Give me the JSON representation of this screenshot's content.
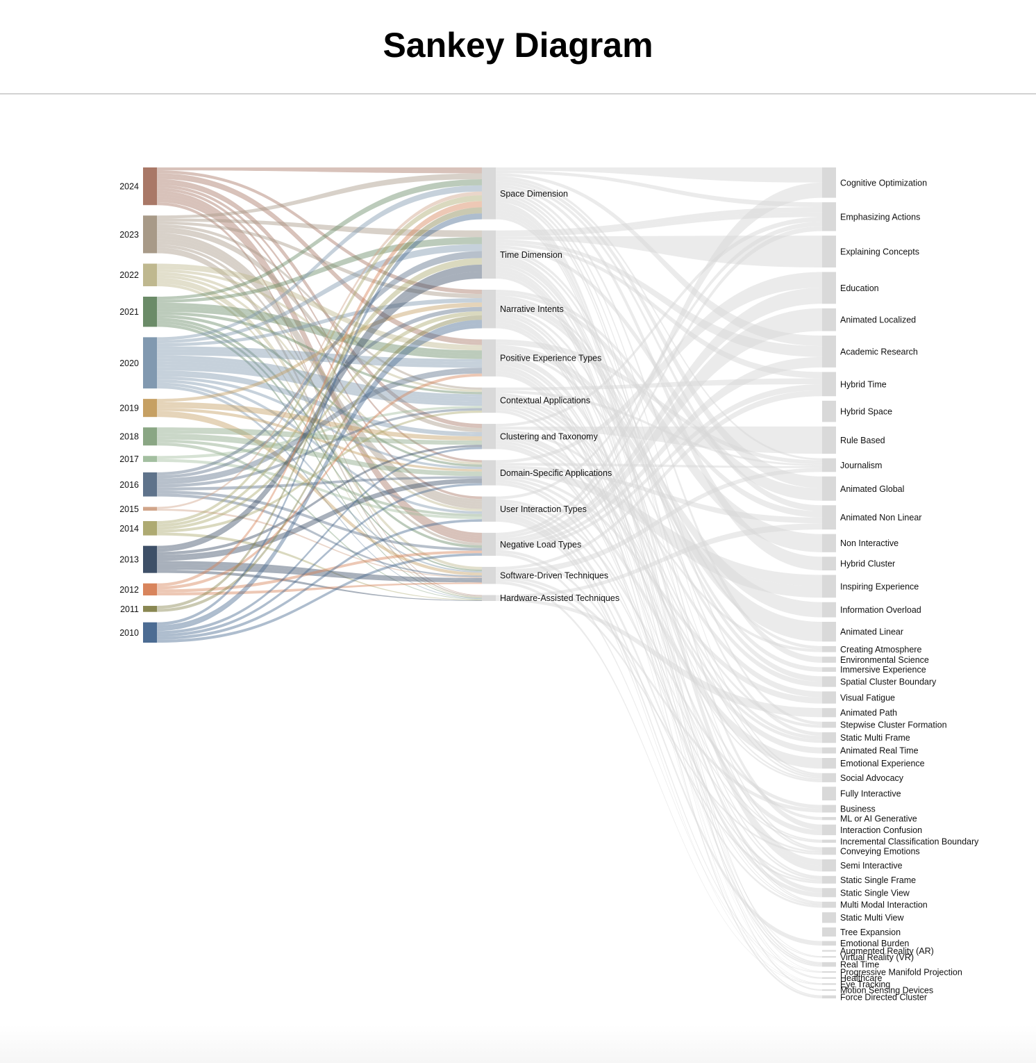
{
  "page": {
    "title": "Sankey Diagram"
  },
  "chart_data": {
    "type": "sankey",
    "title": "Sankey Diagram",
    "columns": [
      [
        {
          "name": "2024",
          "value": 50,
          "color": "#a97867"
        },
        {
          "name": "2023",
          "value": 50,
          "color": "#a89a88"
        },
        {
          "name": "2022",
          "value": 30,
          "color": "#bfb88f"
        },
        {
          "name": "2021",
          "value": 40,
          "color": "#6b8b68"
        },
        {
          "name": "2020",
          "value": 68,
          "color": "#8199b0"
        },
        {
          "name": "2019",
          "value": 24,
          "color": "#c6a063"
        },
        {
          "name": "2018",
          "value": 24,
          "color": "#8aa684"
        },
        {
          "name": "2017",
          "value": 8,
          "color": "#a3bfa0"
        },
        {
          "name": "2016",
          "value": 32,
          "color": "#5f738b"
        },
        {
          "name": "2015",
          "value": 5,
          "color": "#d1a58a"
        },
        {
          "name": "2014",
          "value": 19,
          "color": "#aeaa72"
        },
        {
          "name": "2013",
          "value": 36,
          "color": "#3e5068"
        },
        {
          "name": "2012",
          "value": 16,
          "color": "#d8845c"
        },
        {
          "name": "2011",
          "value": 8,
          "color": "#898752"
        },
        {
          "name": "2010",
          "value": 27,
          "color": "#4c6c93"
        }
      ],
      [
        {
          "name": "Space Dimension",
          "value": 70
        },
        {
          "name": "Time Dimension",
          "value": 65
        },
        {
          "name": "Narrative Intents",
          "value": 52
        },
        {
          "name": "Positive Experience Types",
          "value": 50
        },
        {
          "name": "Contextual Applications",
          "value": 34
        },
        {
          "name": "Clustering and Taxonomy",
          "value": 34
        },
        {
          "name": "Domain-Specific Applications",
          "value": 34
        },
        {
          "name": "User Interaction Types",
          "value": 34
        },
        {
          "name": "Negative Load Types",
          "value": 31
        },
        {
          "name": "Software-Driven Techniques",
          "value": 23
        },
        {
          "name": "Hardware-Assisted Techniques",
          "value": 8
        }
      ],
      [
        {
          "name": "Cognitive Optimization",
          "value": 20
        },
        {
          "name": "Emphasizing Actions",
          "value": 19
        },
        {
          "name": "Explaining Concepts",
          "value": 21
        },
        {
          "name": "Education",
          "value": 21
        },
        {
          "name": "Animated Localized",
          "value": 15
        },
        {
          "name": "Academic Research",
          "value": 21
        },
        {
          "name": "Hybrid Time",
          "value": 16
        },
        {
          "name": "Hybrid Space",
          "value": 14
        },
        {
          "name": "Rule Based",
          "value": 18
        },
        {
          "name": "Journalism",
          "value": 9
        },
        {
          "name": "Animated Global",
          "value": 16
        },
        {
          "name": "Animated Non Linear",
          "value": 16
        },
        {
          "name": "Non Interactive",
          "value": 12
        },
        {
          "name": "Hybrid Cluster",
          "value": 9
        },
        {
          "name": "Inspiring Experience",
          "value": 15
        },
        {
          "name": "Information Overload",
          "value": 10
        },
        {
          "name": "Animated Linear",
          "value": 13
        },
        {
          "name": "Creating Atmosphere",
          "value": 4
        },
        {
          "name": "Environmental Science",
          "value": 4
        },
        {
          "name": "Immersive Experience",
          "value": 3
        },
        {
          "name": "Spatial Cluster Boundary",
          "value": 7
        },
        {
          "name": "Visual Fatigue",
          "value": 8
        },
        {
          "name": "Animated Path",
          "value": 6
        },
        {
          "name": "Stepwise Cluster Formation",
          "value": 4
        },
        {
          "name": "Static Multi Frame",
          "value": 7
        },
        {
          "name": "Animated Real Time",
          "value": 4
        },
        {
          "name": "Emotional Experience",
          "value": 7
        },
        {
          "name": "Social Advocacy",
          "value": 6
        },
        {
          "name": "Fully Interactive",
          "value": 9
        },
        {
          "name": "Business",
          "value": 5
        },
        {
          "name": "ML or AI Generative",
          "value": 2
        },
        {
          "name": "Interaction Confusion",
          "value": 7
        },
        {
          "name": "Incremental Classification Boundary",
          "value": 2
        },
        {
          "name": "Conveying Emotions",
          "value": 5
        },
        {
          "name": "Semi Interactive",
          "value": 8
        },
        {
          "name": "Static Single Frame",
          "value": 5
        },
        {
          "name": "Static Single View",
          "value": 6
        },
        {
          "name": "Multi Modal Interaction",
          "value": 4
        },
        {
          "name": "Static Multi View",
          "value": 7
        },
        {
          "name": "Tree Expansion",
          "value": 6
        },
        {
          "name": "Emotional Burden",
          "value": 3
        },
        {
          "name": "Augmented Reality (AR)",
          "value": 1
        },
        {
          "name": "Virtual Reality (VR)",
          "value": 1
        },
        {
          "name": "Real Time",
          "value": 3
        },
        {
          "name": "Progressive Manifold Projection",
          "value": 1
        },
        {
          "name": "Healthcare",
          "value": 1
        },
        {
          "name": "Eye Tracking",
          "value": 1
        },
        {
          "name": "Motion Sensing Devices",
          "value": 1
        },
        {
          "name": "Force Directed Cluster",
          "value": 2
        }
      ]
    ],
    "colors": {
      "neutral_node": "#d9d9d9",
      "neutral_link": "#d8d8d8"
    }
  }
}
